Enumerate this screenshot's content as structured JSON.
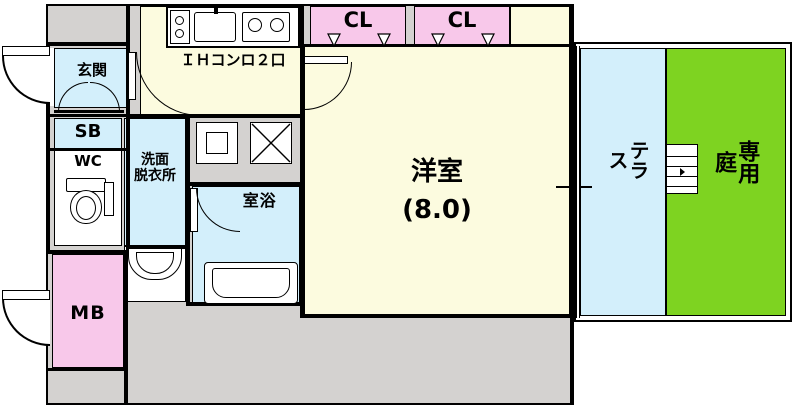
{
  "plan": {
    "type": "floor-plan",
    "title": "",
    "rooms": [
      {
        "id": "genkan",
        "label": "玄関",
        "area_color": "#d3effb"
      },
      {
        "id": "sb",
        "label": "SB",
        "area_color": "#d3effb"
      },
      {
        "id": "wc",
        "label": "WC",
        "area_color": "#ffffff"
      },
      {
        "id": "mb",
        "label": "MB",
        "area_color": "#f8c8ea"
      },
      {
        "id": "kitchen",
        "label": "ＩＨコンロ２口",
        "area_color": "#fcfbdf"
      },
      {
        "id": "senmen",
        "label": "洗面\n脱衣所",
        "area_color": "#d3effb"
      },
      {
        "id": "yokushitsu",
        "label": "浴\n室",
        "area_color": "#d3effb"
      },
      {
        "id": "closet1",
        "label": "CL",
        "area_color": "#f8c8ea"
      },
      {
        "id": "closet2",
        "label": "CL",
        "area_color": "#f8c8ea"
      },
      {
        "id": "youshitsu",
        "label": "洋室",
        "size": "(8.0)",
        "area_color": "#fcfbdf"
      },
      {
        "id": "terrace",
        "label": "テラ\nス",
        "area_color": "#d3effb"
      },
      {
        "id": "garden",
        "label": "専用\n庭",
        "area_color": "#7ed321"
      }
    ],
    "fixtures": [
      {
        "id": "sink-counter",
        "name": "kitchen-sink"
      },
      {
        "id": "ih-stove",
        "name": "ih-cooktop"
      },
      {
        "id": "toilet",
        "name": "toilet-fixture"
      },
      {
        "id": "washbasin",
        "name": "wash-basin"
      },
      {
        "id": "bathtub",
        "name": "bath-tub"
      },
      {
        "id": "washer",
        "name": "washing-machine-space"
      },
      {
        "id": "stairs",
        "name": "garden-stairs"
      }
    ]
  }
}
